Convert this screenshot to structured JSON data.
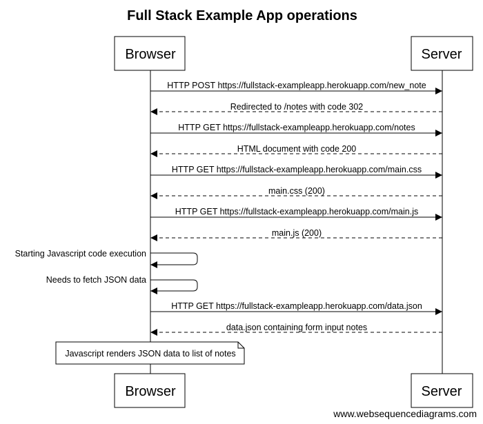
{
  "title": "Full Stack Example App operations",
  "actors": [
    {
      "id": "browser",
      "label": "Browser"
    },
    {
      "id": "server",
      "label": "Server"
    }
  ],
  "messages": [
    {
      "from": "browser",
      "to": "server",
      "kind": "sync",
      "label": "HTTP POST https://fullstack-exampleapp.herokuapp.com/new_note"
    },
    {
      "from": "server",
      "to": "browser",
      "kind": "return",
      "label": "Redirected to /notes with code 302"
    },
    {
      "from": "browser",
      "to": "server",
      "kind": "sync",
      "label": "HTTP GET https://fullstack-exampleapp.herokuapp.com/notes"
    },
    {
      "from": "server",
      "to": "browser",
      "kind": "return",
      "label": "HTML document with code 200"
    },
    {
      "from": "browser",
      "to": "server",
      "kind": "sync",
      "label": "HTTP GET https://fullstack-exampleapp.herokuapp.com/main.css"
    },
    {
      "from": "server",
      "to": "browser",
      "kind": "return",
      "label": "main.css (200)"
    },
    {
      "from": "browser",
      "to": "server",
      "kind": "sync",
      "label": "HTTP GET https://fullstack-exampleapp.herokuapp.com/main.js"
    },
    {
      "from": "server",
      "to": "browser",
      "kind": "return",
      "label": "main.js (200)"
    },
    {
      "from": "browser",
      "to": "browser",
      "kind": "self",
      "label": "Starting Javascript code execution"
    },
    {
      "from": "browser",
      "to": "browser",
      "kind": "self",
      "label": "Needs to fetch JSON data"
    },
    {
      "from": "browser",
      "to": "server",
      "kind": "sync",
      "label": "HTTP GET https://fullstack-exampleapp.herokuapp.com/data.json"
    },
    {
      "from": "server",
      "to": "browser",
      "kind": "return",
      "label": "data.json containing form input notes"
    }
  ],
  "note": {
    "over": "browser",
    "label": "Javascript renders JSON data to list of notes"
  },
  "credit": "www.websequencediagrams.com"
}
